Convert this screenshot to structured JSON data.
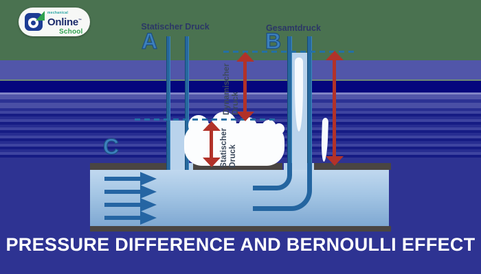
{
  "logo": {
    "small_text": "mechanical",
    "primary": "Online",
    "trademark": "™",
    "secondary": "School"
  },
  "diagram": {
    "caption_static": "Statischer Druck",
    "caption_total": "Gesamtdruck",
    "label_a": "A",
    "label_b": "B",
    "label_c": "C",
    "rotated_dynamic": "Dynamischer\nDruck",
    "rotated_static": "Statischer\nDruck"
  },
  "title": "PRESSURE DIFFERENCE AND BERNOULLI EFFECT",
  "colors": {
    "top_banner_green": "#4a7250",
    "background_blue": "#2e3392",
    "band_periwinkle": "#5156a9",
    "band_navy": "#04077d",
    "arrow_red": "#b23229",
    "tube_blue": "#26689e",
    "water_light_blue": "#b9d3ec",
    "duct_wall_gray": "#4a4542",
    "flow_arrow_blue": "#2565a3",
    "dashed_line_blue": "#2470a5",
    "point_label_blue": "#3c80bd",
    "caption_navy": "#2c3766",
    "title_white": "#ffffff",
    "logo_green": "#2fa14f",
    "logo_navy": "#1b2a6b",
    "logo_teal": "#1fa0a0"
  }
}
